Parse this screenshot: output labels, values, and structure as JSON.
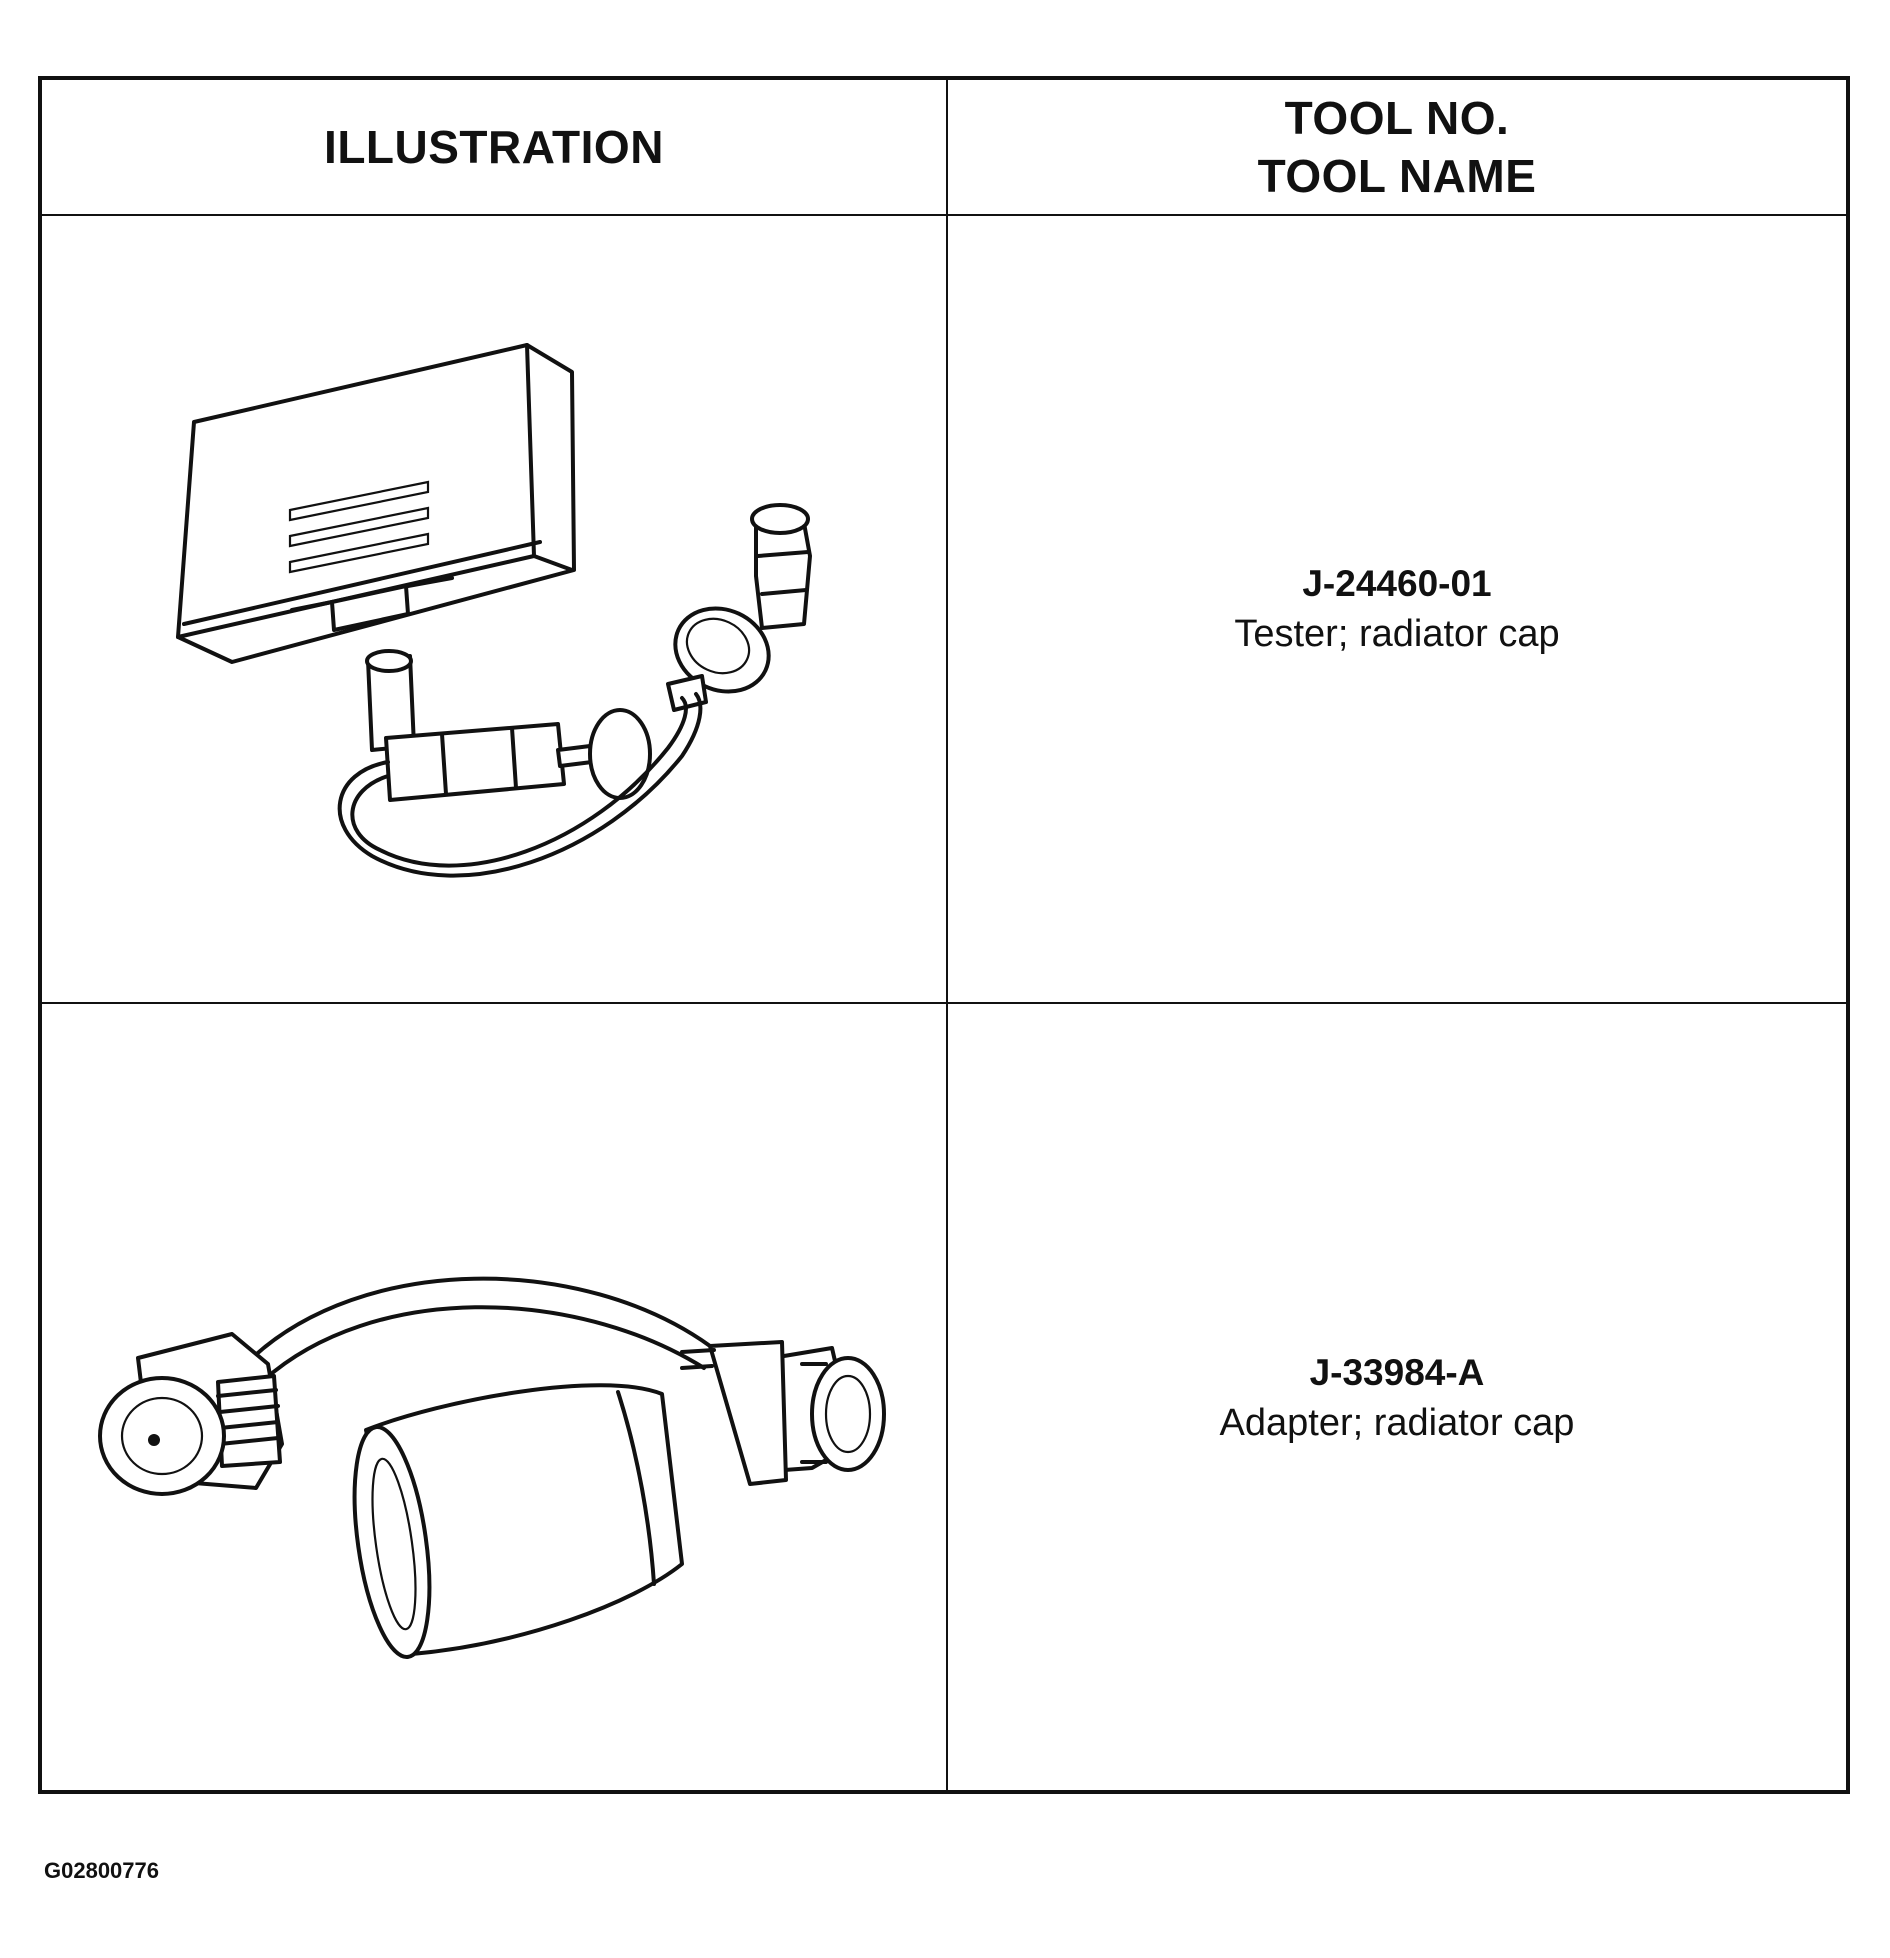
{
  "table": {
    "header": {
      "illustration": "ILLUSTRATION",
      "tool_no": "TOOL NO.",
      "tool_name": "TOOL NAME"
    },
    "rows": [
      {
        "tool_no": "J-24460-01",
        "tool_name": "Tester; radiator cap",
        "illustration_icon": "radiator-cap-tester-kit-icon"
      },
      {
        "tool_no": "J-33984-A",
        "tool_name": "Adapter; radiator cap",
        "illustration_icon": "radiator-cap-adapter-icon"
      }
    ]
  },
  "figure_id": "G02800776"
}
